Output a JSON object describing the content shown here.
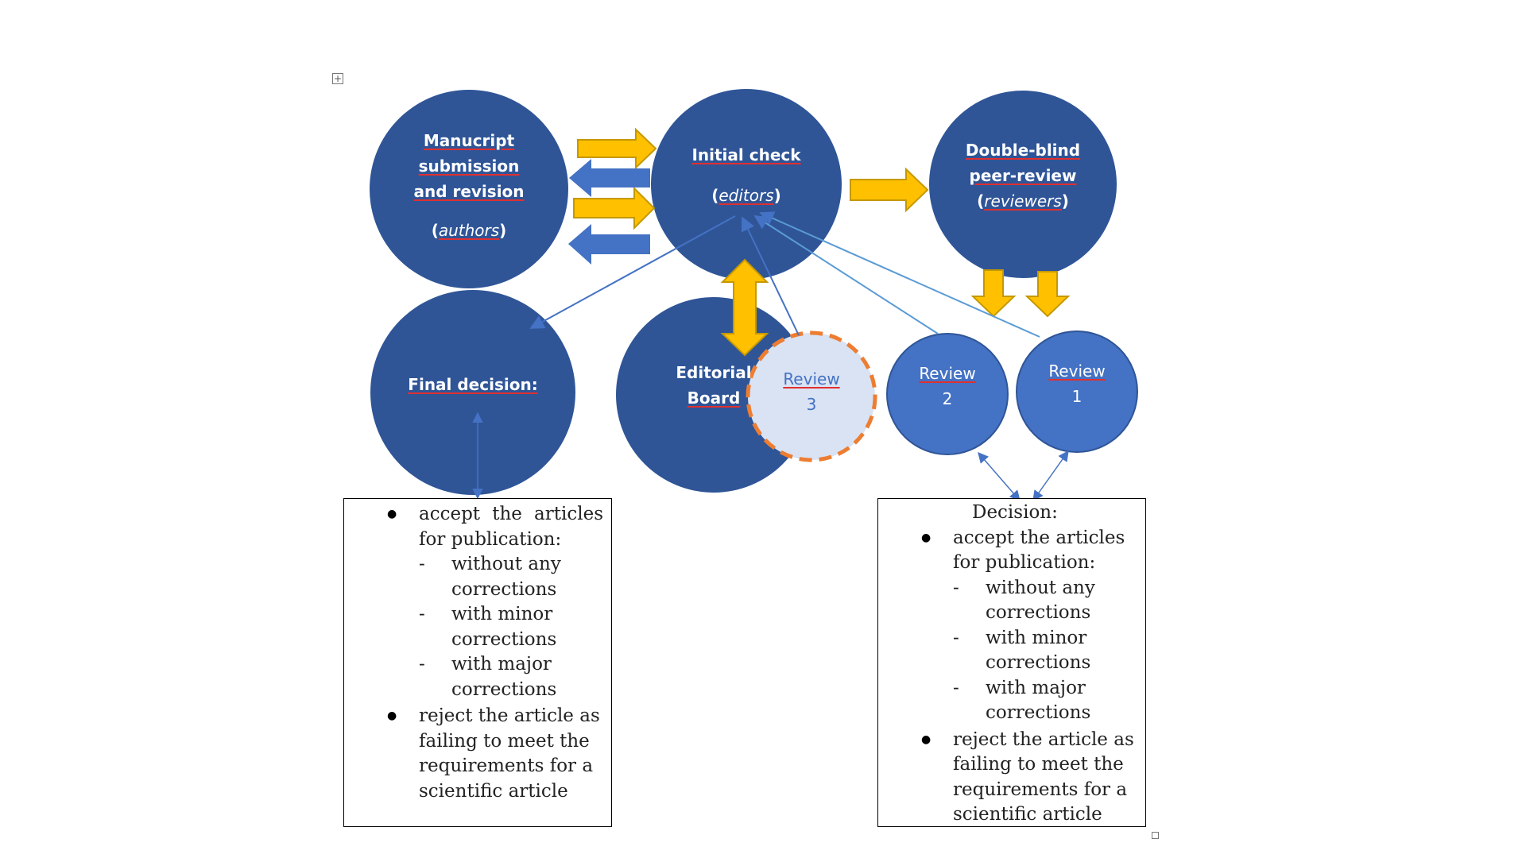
{
  "diagram": {
    "nodes": {
      "manuscript": {
        "line1": "Manucript",
        "line2": "submission",
        "line3": "and revision",
        "role": "authors"
      },
      "initial_check": {
        "title": "Initial check",
        "role": "editors"
      },
      "peer_review": {
        "line1": "Double-blind",
        "line2": "peer-review",
        "role": "reviewers"
      },
      "final_decision": {
        "title": "Final decision:"
      },
      "editorial_board": {
        "line1": "Editorial",
        "line2": "Board"
      },
      "review3": {
        "line1": "Review",
        "line2": "3"
      },
      "review2": {
        "line1": "Review",
        "line2": "2"
      },
      "review1": {
        "line1": "Review",
        "line2": "1"
      }
    },
    "colors": {
      "dark_blue": "#2f5597",
      "mid_blue": "#4472c4",
      "light_circle": "#dae3f3",
      "orange_dash": "#ed7d31",
      "gold_arrow": "#ffc000",
      "gold_arrow_border": "#c59800",
      "blue_arrow": "#4472c4",
      "thin_line": "#5b9bd5"
    },
    "left_box": {
      "accept": "accept  the  articles for publication:",
      "opt1": "without any corrections",
      "opt2": "with minor corrections",
      "opt3": "with major corrections",
      "reject": "reject the article as failing to meet the requirements for a scientific article"
    },
    "right_box": {
      "heading": "Decision:",
      "accept": "accept the articles for publication:",
      "opt1": "without any corrections",
      "opt2": "with minor corrections",
      "opt3": "with major corrections",
      "reject": "reject the article as failing to meet the requirements for a scientific article"
    }
  }
}
